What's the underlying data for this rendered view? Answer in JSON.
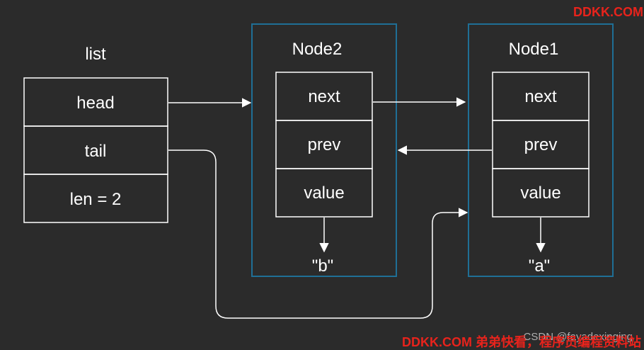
{
  "list": {
    "title": "list",
    "fields": [
      "head",
      "tail",
      "len = 2"
    ]
  },
  "node2": {
    "title": "Node2",
    "fields": [
      "next",
      "prev",
      "value"
    ],
    "value_text": "\"b\""
  },
  "node1": {
    "title": "Node1",
    "fields": [
      "next",
      "prev",
      "value"
    ],
    "value_text": "\"a\""
  },
  "watermarks": {
    "top_right": "DDKK.COM",
    "bottom_right": "DDKK.COM 弟弟快看，程序员编程资料站",
    "csdn": "CSDN @fayadexinging"
  },
  "colors": {
    "background": "#2b2b2b",
    "stroke": "#ffffff",
    "container_border": "#1f6f96",
    "watermark_red": "#e8231c",
    "watermark_gray": "#b0b0b0"
  }
}
